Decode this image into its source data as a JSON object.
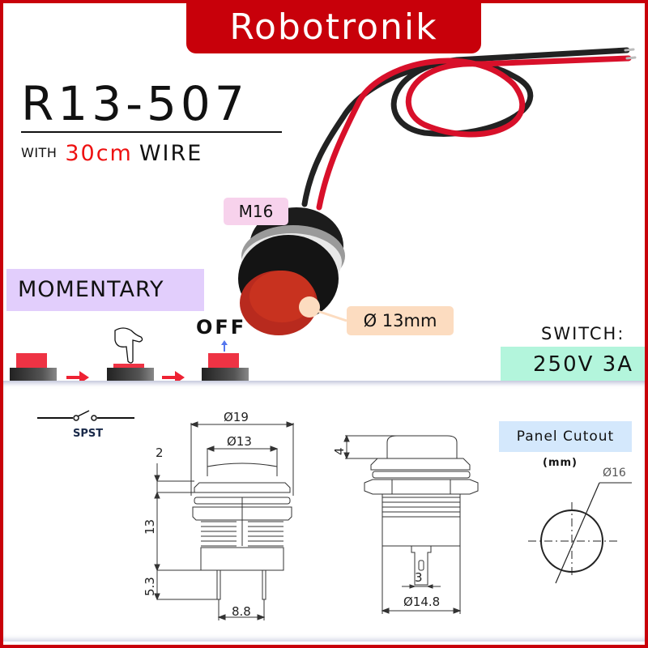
{
  "brand": {
    "name": "Robotronik",
    "color": "#c8000a"
  },
  "product": {
    "model": "R13-507",
    "wire_prefix": "WITH",
    "wire_length": "30cm",
    "wire_suffix": "WIRE",
    "thread_tag": "M16",
    "button_diameter_tag": "Ø 13mm",
    "type_label": "MOMENTARY",
    "off_label": "OFF",
    "switch_label": "SWITCH:",
    "rating": "250V 3A"
  },
  "colors": {
    "accent_red": "#c8000a",
    "wire_red": "#d8102a",
    "wire_black": "#222222",
    "momentary_bg": "#e2cefc",
    "m16_bg": "#f7d2ec",
    "dia_bg": "#fcdcc0",
    "rating_bg": "#b3f5dc",
    "cutout_bg": "#d4e8fc"
  },
  "diagram": {
    "symbol_label": "SPST",
    "front_view": {
      "outer_diameter": "Ø19",
      "cap_diameter": "Ø13",
      "cap_height": "2",
      "body_height": "13",
      "pin_length": "5.3",
      "pin_spacing": "8.8"
    },
    "side_view": {
      "cap_height": "4",
      "terminal_width": "3",
      "body_diameter": "Ø14.8"
    },
    "panel_cutout": {
      "title": "Panel Cutout",
      "unit": "(mm)",
      "hole_diameter": "Ø16"
    }
  }
}
